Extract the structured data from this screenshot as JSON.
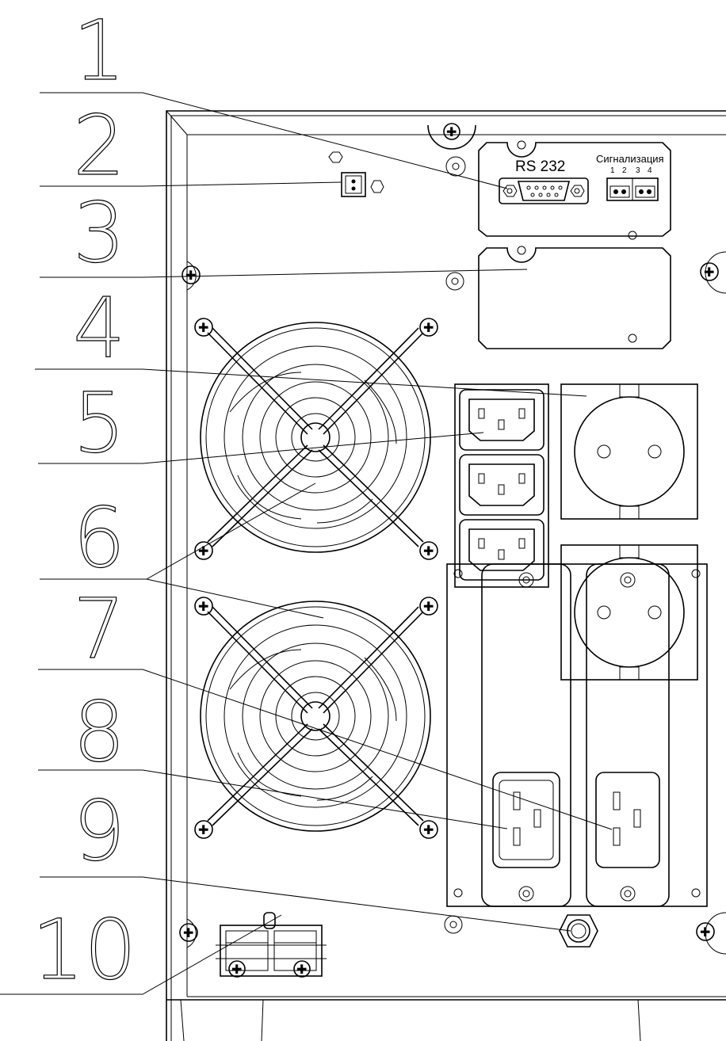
{
  "callouts": [
    {
      "number": "1"
    },
    {
      "number": "2"
    },
    {
      "number": "3"
    },
    {
      "number": "4"
    },
    {
      "number": "5"
    },
    {
      "number": "6"
    },
    {
      "number": "7"
    },
    {
      "number": "8"
    },
    {
      "number": "9"
    },
    {
      "number": "10"
    }
  ],
  "rs232_label": "RS 232",
  "signal_label": "Сигнализация",
  "signal_pins": [
    "1",
    "2",
    "3",
    "4"
  ]
}
